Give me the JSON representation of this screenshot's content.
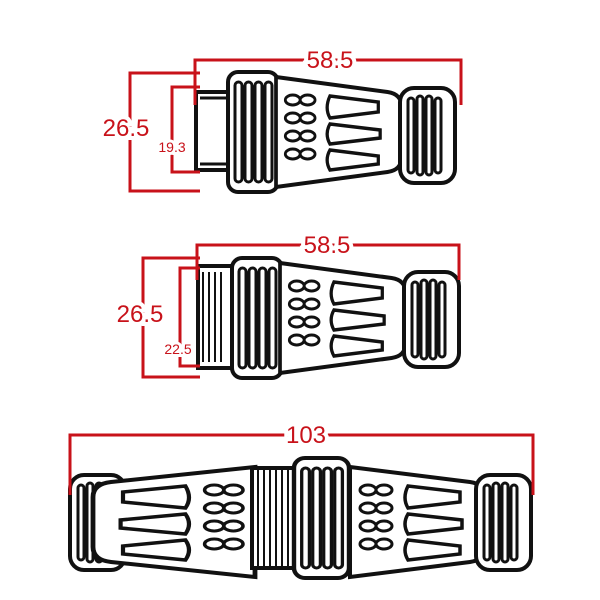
{
  "colors": {
    "dimension": "#c8121a",
    "outline": "#111111",
    "background": "#ffffff"
  },
  "connector_1": {
    "length": "58.5",
    "outer_height": "26.5",
    "inner_height": "19.3"
  },
  "connector_2": {
    "length": "58.5",
    "outer_height": "26.5",
    "inner_height": "22.5"
  },
  "connector_3": {
    "length": "103"
  }
}
